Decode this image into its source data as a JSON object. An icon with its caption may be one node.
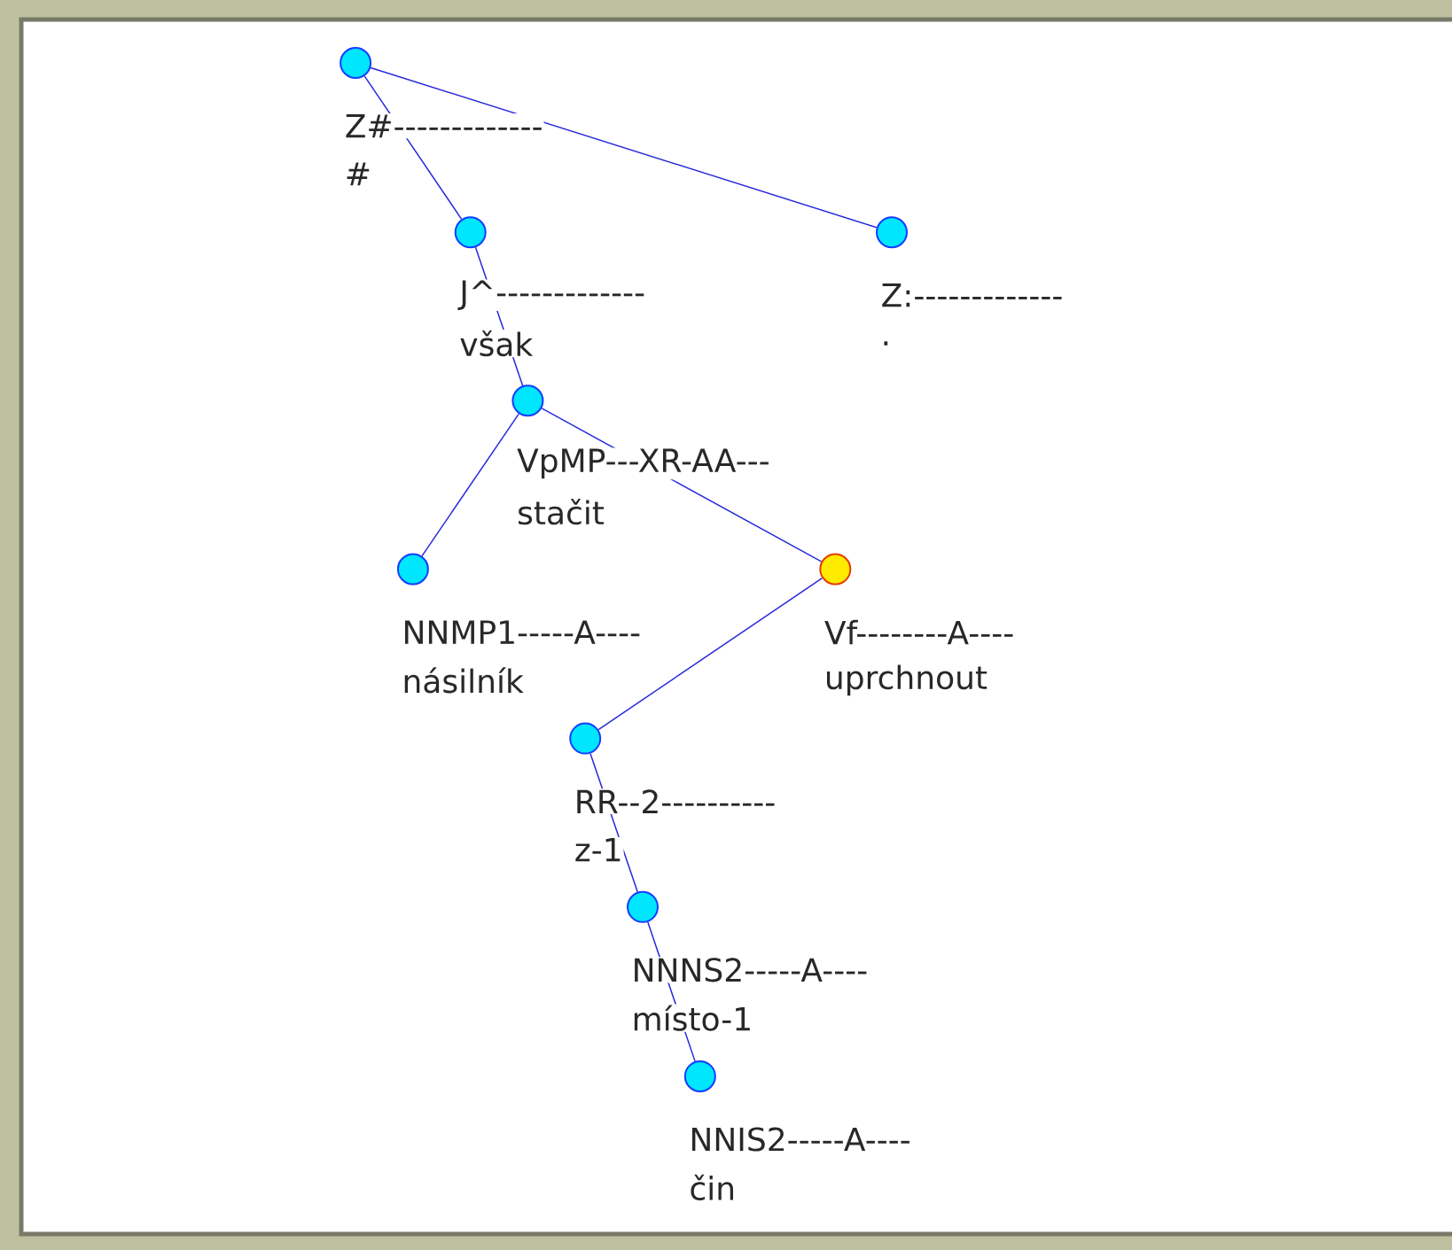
{
  "diagram": {
    "nodes": [
      {
        "text": [],
        "shape": "circle",
        "beside": [
          "Z#-------------",
          "#"
        ]
      },
      {
        "text": [],
        "shape": "circle",
        "beside": [
          "J^-------------",
          "však"
        ]
      },
      {
        "text": [],
        "shape": "circle",
        "beside": [
          "Z:-------------",
          "."
        ]
      },
      {
        "text": [],
        "shape": "circle",
        "beside": [
          "VpMP---XR-AA---",
          "stačit"
        ]
      },
      {
        "text": [],
        "shape": "circle",
        "beside": [
          "NNMP1-----A----",
          "násilník"
        ]
      },
      {
        "text": [],
        "shape": "circle",
        "beside": [
          "Vf--------A----",
          "uprchnout"
        ]
      },
      {
        "text": [],
        "shape": "circle",
        "beside": [
          "RR--2----------",
          "z-1"
        ]
      },
      {
        "text": [],
        "shape": "circle",
        "beside": [
          "NNNS2-----A----",
          "místo-1"
        ]
      },
      {
        "text": [],
        "shape": "circle",
        "beside": [
          "NNIS2-----A----",
          "čin"
        ]
      }
    ],
    "edges": [
      {
        "from": 0,
        "to": 1,
        "arrow": "none"
      },
      {
        "from": 0,
        "to": 2,
        "arrow": "none"
      },
      {
        "from": 1,
        "to": 3,
        "arrow": "none"
      },
      {
        "from": 3,
        "to": 4,
        "arrow": "none"
      },
      {
        "from": 3,
        "to": 5,
        "arrow": "none"
      },
      {
        "from": 5,
        "to": 6,
        "arrow": "none"
      },
      {
        "from": 6,
        "to": 7,
        "arrow": "none"
      },
      {
        "from": 7,
        "to": 8,
        "arrow": "none"
      }
    ]
  }
}
